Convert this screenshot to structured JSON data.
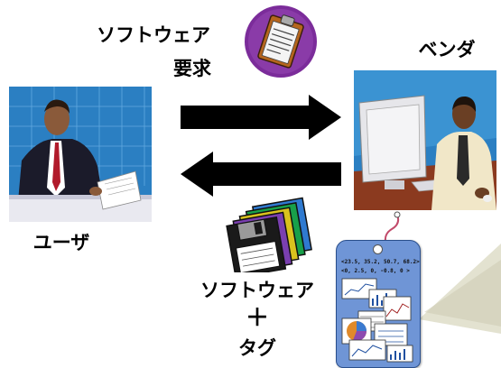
{
  "labels": {
    "request_line1": "ソフトウェア",
    "request_line2": "要求",
    "vendor": "ベンダ",
    "user": "ユーザ",
    "delivery_line1": "ソフトウェア",
    "delivery_plus": "＋",
    "delivery_line3": "タグ"
  },
  "tag": {
    "line1": "<23.5, 35.2, 50.7, 68.2>",
    "line2": "<0, 2.5, 0, -0.8, 0 >"
  },
  "colors": {
    "arrow": "#000000",
    "clipboard_badge": "#7b2c9a",
    "tag_blue": "#6f95d6",
    "callout_gray": "#e3e2d0",
    "scene_blue": "#2b7fc2"
  }
}
